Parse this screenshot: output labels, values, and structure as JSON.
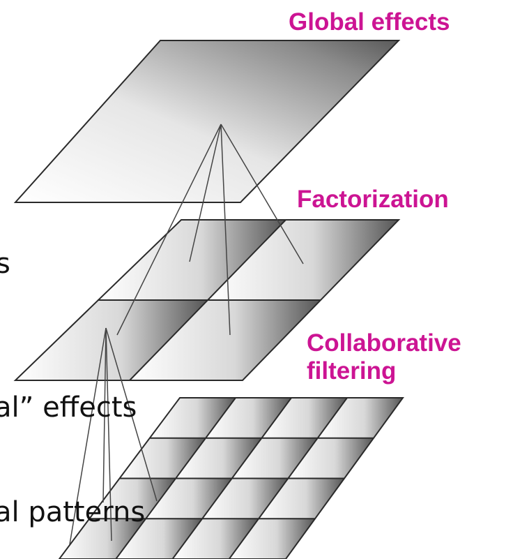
{
  "labels": {
    "global": "Global effects",
    "factorization": "Factorization",
    "collaborative_line1": "Collaborative",
    "collaborative_line2": "filtering"
  },
  "background_text": {
    "quote": "”",
    "s_fragment": "s",
    "effects_fragment": "al” effects",
    "patterns_fragment": "al patterns"
  },
  "colors": {
    "label": "#cc1493",
    "body_text": "#111111",
    "layer_stroke": "#2a2a2a",
    "connector": "#444444"
  }
}
